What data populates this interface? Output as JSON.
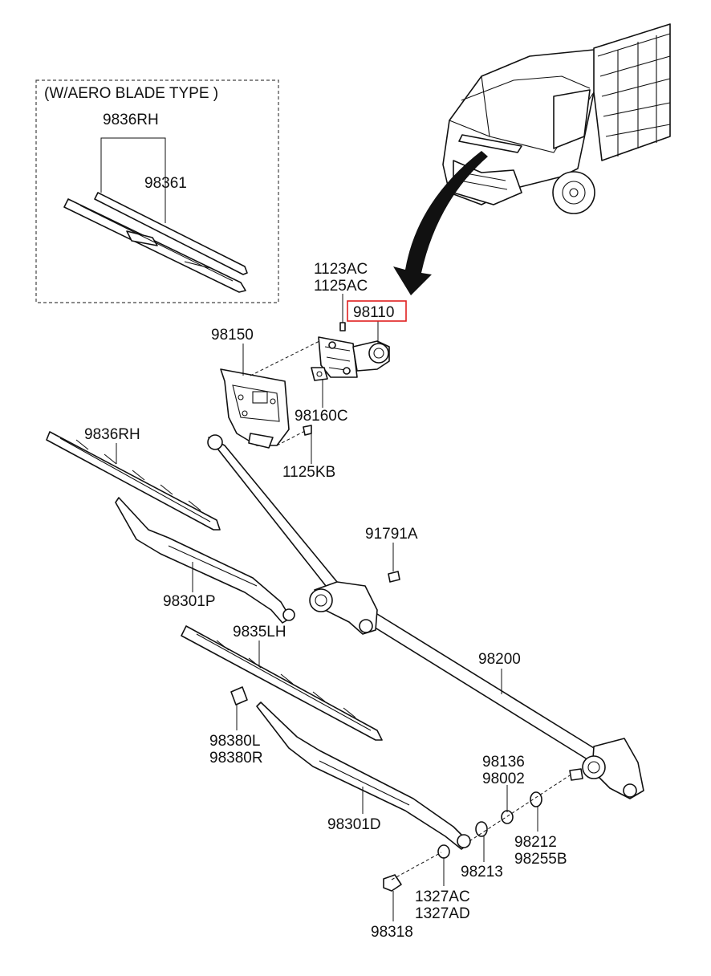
{
  "inset": {
    "title": "(W/AERO BLADE TYPE )",
    "labels": [
      "9836RH",
      "98361"
    ]
  },
  "callouts": {
    "p1123AC": "1123AC",
    "p1125AC": "1125AC",
    "p98110": "98110",
    "p98150": "98150",
    "p98160C": "98160C",
    "p1125KB": "1125KB",
    "p9836RH": "9836RH",
    "p91791A": "91791A",
    "p98301P": "98301P",
    "p9835LH": "9835LH",
    "p98200": "98200",
    "p98380L": "98380L",
    "p98380R": "98380R",
    "p98136": "98136",
    "p98002": "98002",
    "p98301D": "98301D",
    "p98212": "98212",
    "p98255B": "98255B",
    "p98213": "98213",
    "p1327AC": "1327AC",
    "p1327AD": "1327AD",
    "p98318": "98318"
  },
  "highlight": {
    "part": "98110",
    "color": "#e02020"
  }
}
